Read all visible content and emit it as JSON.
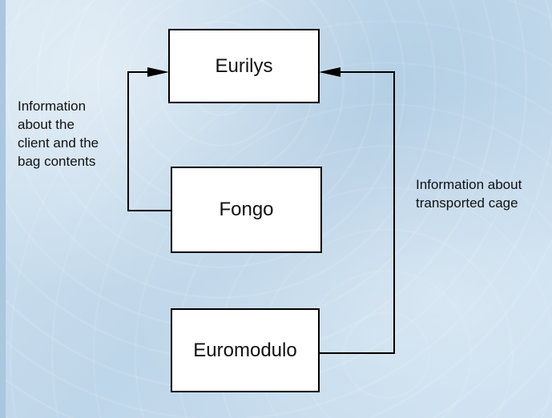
{
  "nodes": {
    "eurilys": "Eurilys",
    "fongo": "Fongo",
    "euromodulo": "Euromodulo"
  },
  "annotations": {
    "client_info": [
      "Information",
      "about the",
      "client and the",
      "bag contents"
    ],
    "cage_info": [
      "Information about",
      "transported cage"
    ]
  },
  "colors": {
    "background": "#c6dcec",
    "box_fill": "#ffffff",
    "stroke": "#000000"
  }
}
